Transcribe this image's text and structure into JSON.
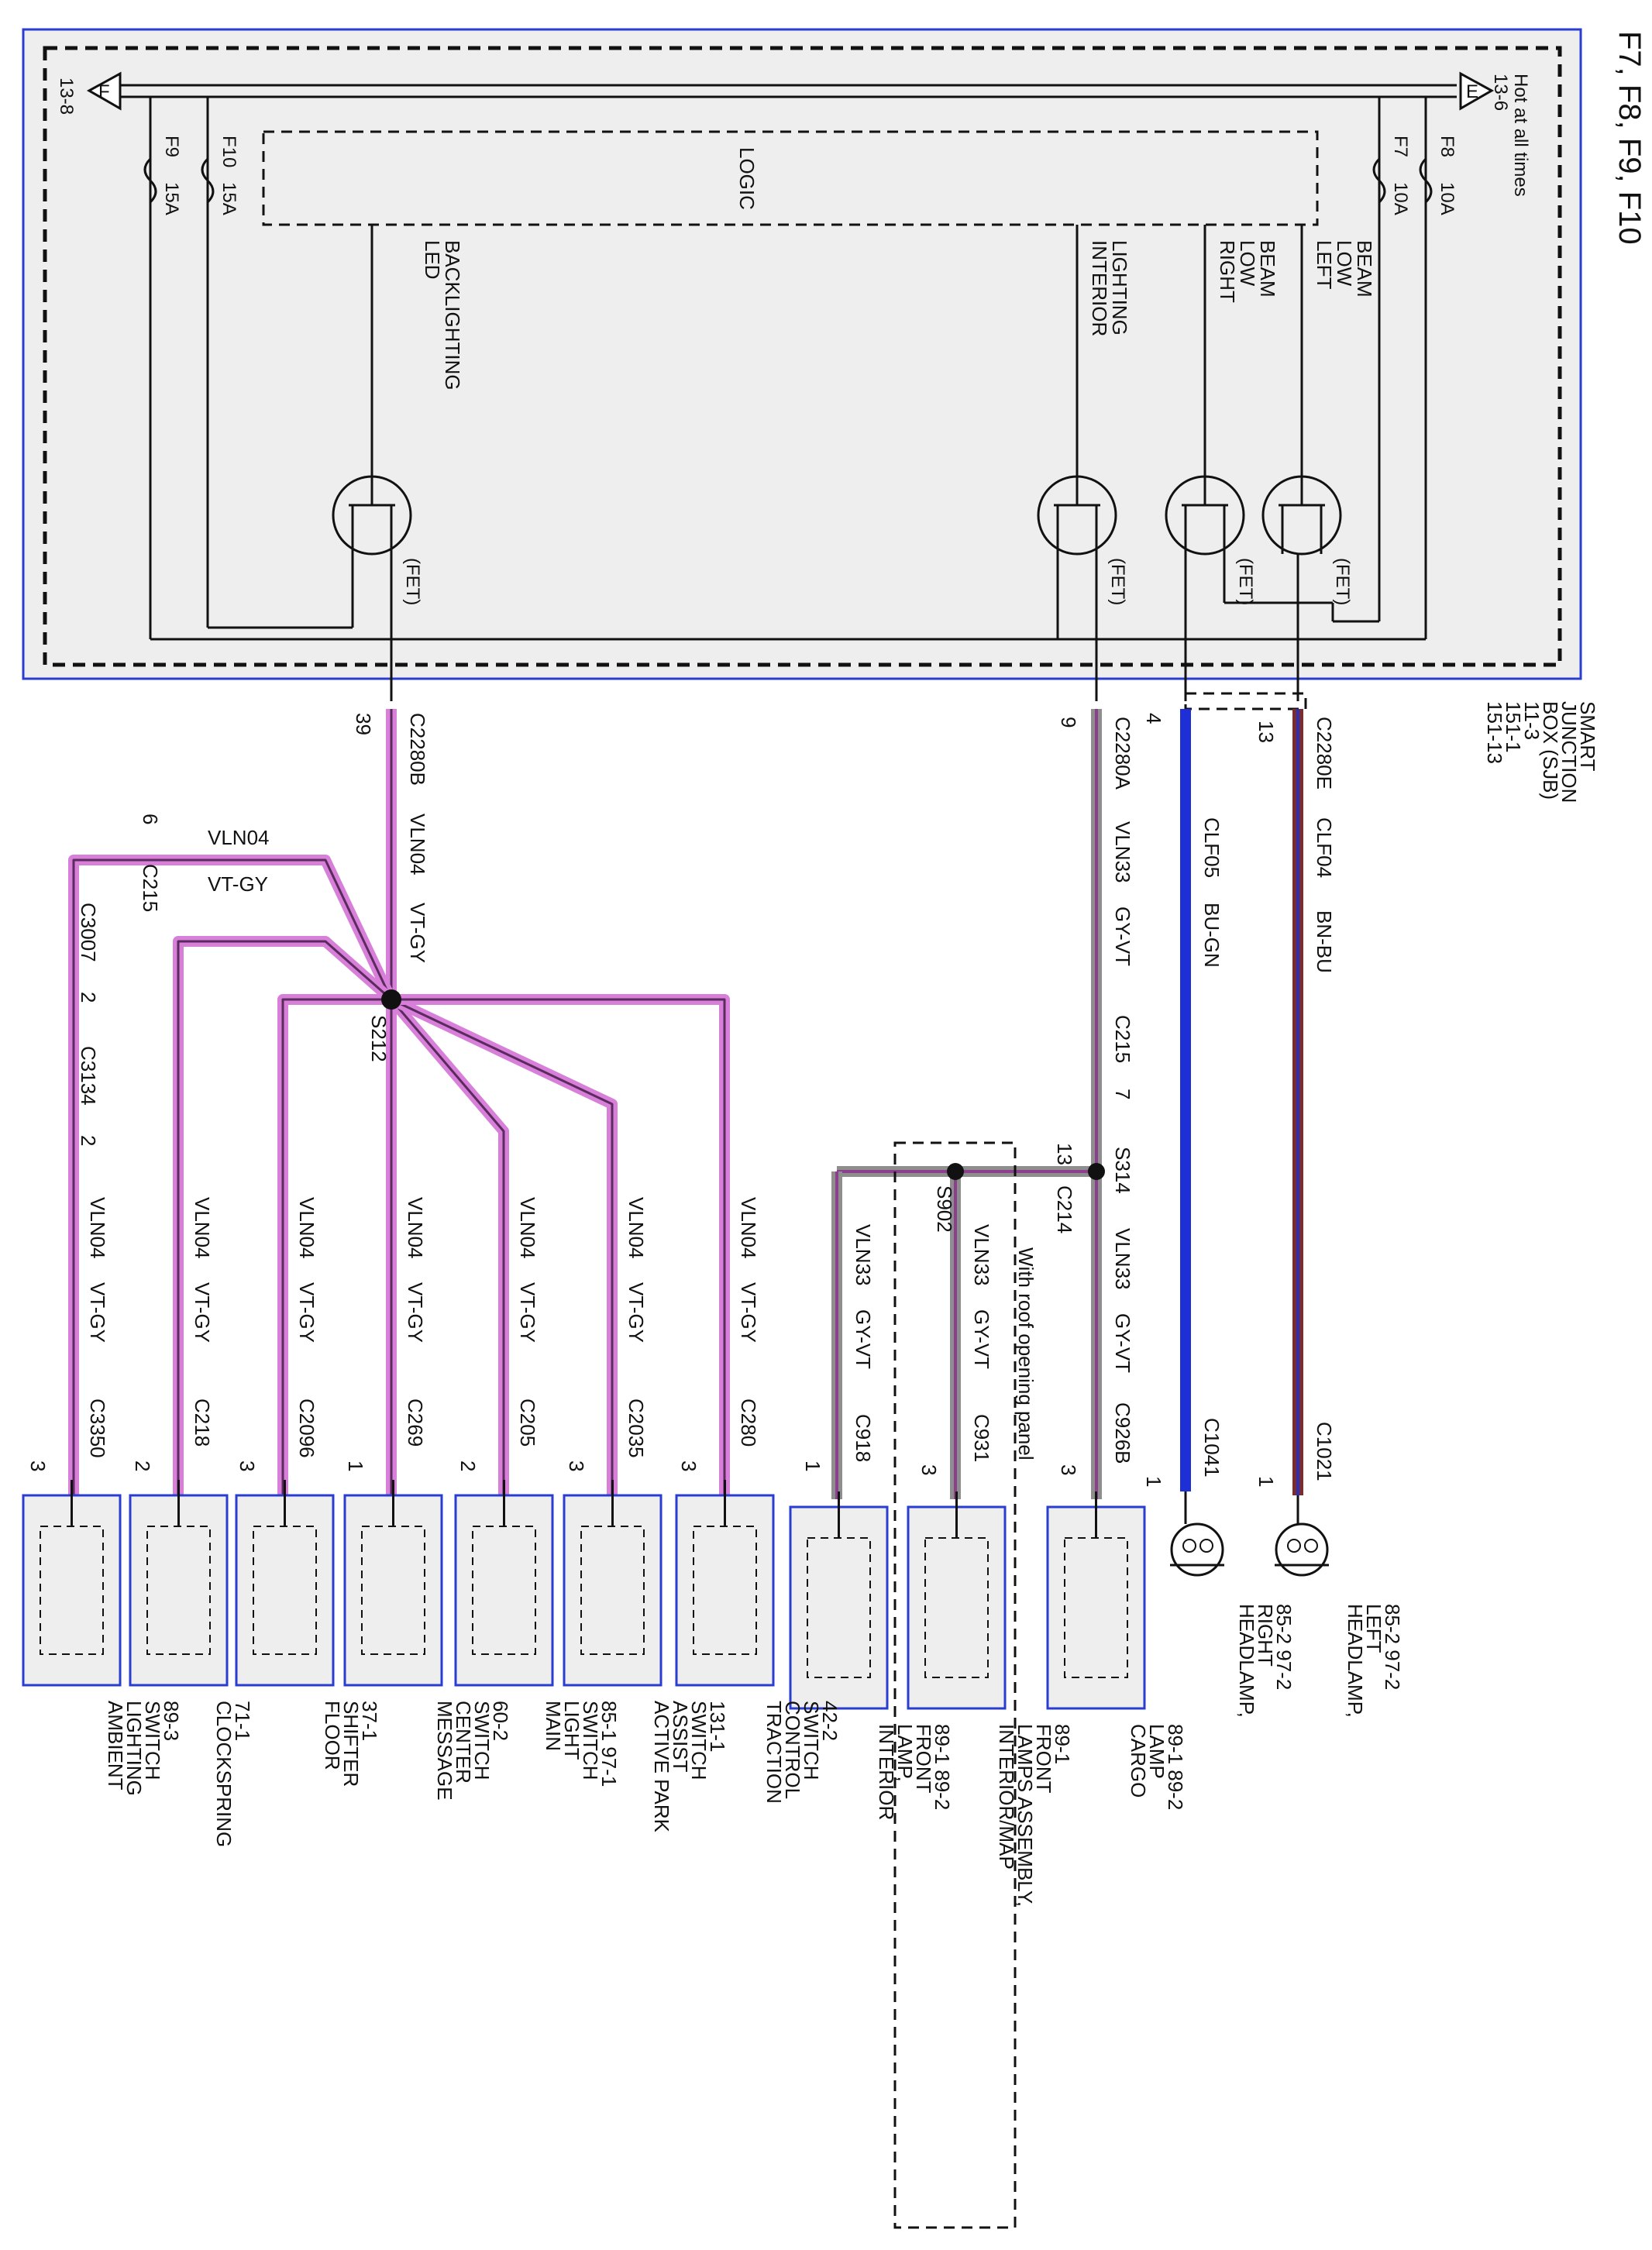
{
  "title": "F7, F8, F9, F10",
  "sjb": {
    "name_lines": [
      "SMART",
      "JUNCTION",
      "BOX (SJB)"
    ],
    "page_refs": [
      "11-3",
      "151-1",
      "151-13"
    ],
    "hot_lines": [
      "Hot at all times",
      "13-6"
    ],
    "ground_ref": "13-8",
    "logic_label": "LOGIC",
    "fet_label": "(FET)",
    "fuses": [
      {
        "id": "F8",
        "rating": "10A"
      },
      {
        "id": "F7",
        "rating": "10A"
      },
      {
        "id": "F10",
        "rating": "15A"
      },
      {
        "id": "F9",
        "rating": "15A"
      }
    ],
    "outputs": [
      {
        "lines": [
          "LEFT",
          "LOW",
          "BEAM"
        ]
      },
      {
        "lines": [
          "RIGHT",
          "LOW",
          "BEAM"
        ]
      },
      {
        "lines": [
          "INTERIOR",
          "LIGHTING"
        ]
      },
      {
        "lines": [
          "BACKLIGHTING",
          "LED"
        ]
      }
    ]
  },
  "circuits": [
    {
      "connector": "C2280E",
      "pin": "13",
      "wire": "CLF04",
      "color": "BN-BU",
      "end_connector": "C1021",
      "end_pin": "1"
    },
    {
      "connector": "",
      "pin": "4",
      "wire": "CLF05",
      "color": "BU-GN",
      "end_connector": "C1041",
      "end_pin": "1"
    },
    {
      "connector": "C2280A",
      "pin": "9",
      "wire": "VLN33",
      "color": "GY-VT",
      "inline": "C215",
      "inline_pin": "7",
      "end_connector": "C926B",
      "end_pin": "3"
    },
    {
      "connector": "C2280B",
      "pin": "39",
      "wire": "VLN04",
      "color": "VT-GY"
    }
  ],
  "splices": {
    "s314": "S314",
    "s902": "S902",
    "s212": "S212"
  },
  "c214": {
    "connector": "C214",
    "pin": "13"
  },
  "roof_note": "With roof opening panel",
  "vln33_branches": [
    {
      "wire": "VLN33",
      "color": "GY-VT",
      "connector": "C931",
      "pin": "3"
    },
    {
      "wire": "VLN33",
      "color": "GY-VT",
      "connector": "C918",
      "pin": "1"
    }
  ],
  "vln04_top": {
    "wire": "VLN04",
    "color": "VT-GY",
    "connector": "C215",
    "pin": "6",
    "inline1": "C3007",
    "inline1_pin": "2",
    "inline2": "C3134",
    "inline2_pin": "2"
  },
  "vln04_branches": [
    {
      "wire": "VLN04",
      "color": "VT-GY",
      "connector": "C280",
      "pin": "3"
    },
    {
      "wire": "VLN04",
      "color": "VT-GY",
      "connector": "C2035",
      "pin": "3"
    },
    {
      "wire": "VLN04",
      "color": "VT-GY",
      "connector": "C205",
      "pin": "2"
    },
    {
      "wire": "VLN04",
      "color": "VT-GY",
      "connector": "C269",
      "pin": "1"
    },
    {
      "wire": "VLN04",
      "color": "VT-GY",
      "connector": "C2096",
      "pin": "3"
    },
    {
      "wire": "VLN04",
      "color": "VT-GY",
      "connector": "C218",
      "pin": "2"
    },
    {
      "wire": "VLN04",
      "color": "VT-GY",
      "connector": "C3350",
      "pin": "3"
    }
  ],
  "components": [
    {
      "lines": [
        "HEADLAMP,",
        "LEFT",
        "85-2   97-2"
      ]
    },
    {
      "lines": [
        "HEADLAMP,",
        "RIGHT",
        "85-2   97-2"
      ]
    },
    {
      "lines": [
        "CARGO",
        "LAMP",
        "89-1   89-2"
      ]
    },
    {
      "lines": [
        "INTERIOR/MAP",
        "LAMPS ASSEMBLY,",
        "FRONT",
        "89-1"
      ]
    },
    {
      "lines": [
        "INTERIOR",
        "LAMP,",
        "FRONT",
        "89-1   89-2"
      ]
    },
    {
      "lines": [
        "TRACTION",
        "CONTROL",
        "SWITCH",
        "42-2"
      ]
    },
    {
      "lines": [
        "ACTIVE PARK",
        "ASSIST",
        "SWITCH",
        "131-1"
      ]
    },
    {
      "lines": [
        "MAIN",
        "LIGHT",
        "SWITCH",
        "85-1   97-1"
      ]
    },
    {
      "lines": [
        "MESSAGE",
        "CENTER",
        "SWITCH",
        "60-2"
      ]
    },
    {
      "lines": [
        "FLOOR",
        "SHIFTER",
        "37-1"
      ]
    },
    {
      "lines": [
        "CLOCKSPRING",
        "71-1"
      ]
    },
    {
      "lines": [
        "AMBIENT",
        "LIGHTING",
        "SWITCH",
        "89-3"
      ]
    }
  ],
  "colors": {
    "vln04_outer": "#d77fd9",
    "vln04_inner": "#5b2a5e",
    "vln33_outer": "#8e8e8e",
    "vln33_inner": "#8c3f8c",
    "clf05": "#1f2fd6",
    "clf04_outer": "#7a2d2d",
    "clf04_inner": "#2f2fb5",
    "box_border": "#2a3dd1",
    "box_fill": "#eeeeee"
  }
}
